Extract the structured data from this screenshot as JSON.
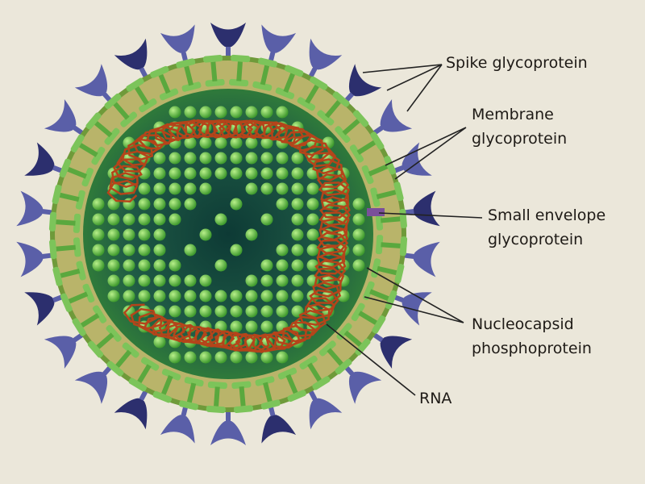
{
  "labels": {
    "spike": "Spike glycoprotein",
    "membrane_1": "Membrane",
    "membrane_2": "glycoprotein",
    "envelope_1": "Small envelope",
    "envelope_2": "glycoprotein",
    "nucleocapsid_1": "Nucleocapsid",
    "nucleocapsid_2": "phosphoprotein",
    "rna": "RNA"
  },
  "colors": {
    "background": "#ebe7da",
    "spike": "#5a5fa8",
    "spike_dark": "#2c2f6e",
    "envelope": "#b9b46a",
    "membrane_protein": "#7cc45a",
    "core": "#1f5a45",
    "nucleocapsid": "#6cc24a",
    "rna": "#b5441a"
  }
}
